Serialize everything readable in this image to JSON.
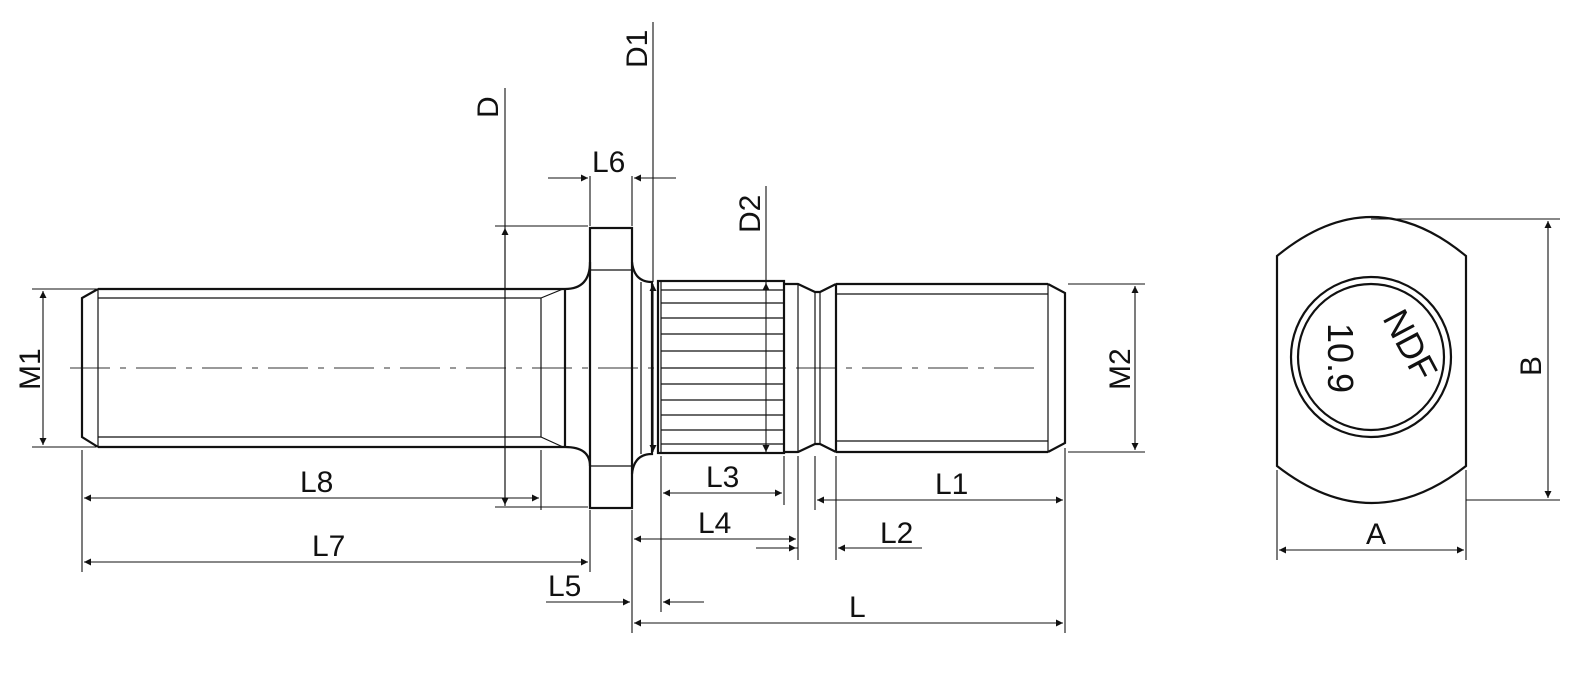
{
  "labels": {
    "d": "D",
    "d1": "D1",
    "d2": "D2",
    "l": "L",
    "l1": "L1",
    "l2": "L2",
    "l3": "L3",
    "l4": "L4",
    "l5": "L5",
    "l6": "L6",
    "l7": "L7",
    "l8": "L8",
    "m1": "M1",
    "m2": "M2",
    "a": "A",
    "b": "B"
  },
  "head_marking": {
    "brand": "NDF",
    "grade": "10.9"
  }
}
